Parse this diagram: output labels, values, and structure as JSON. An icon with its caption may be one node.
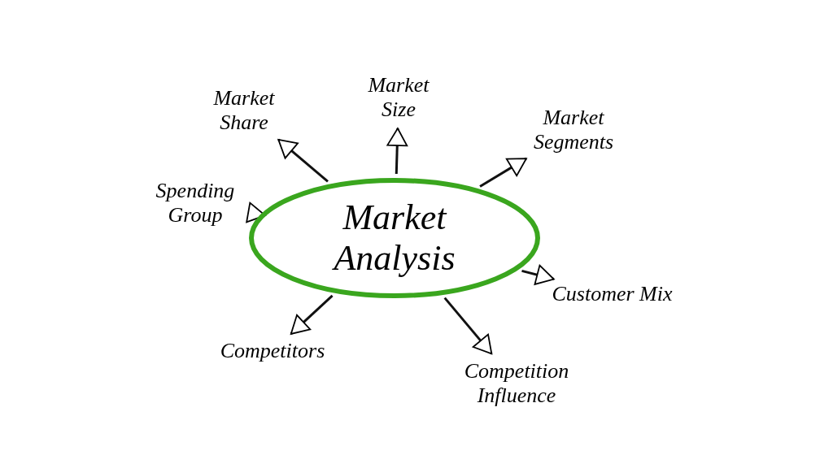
{
  "diagram": {
    "nodes": [
      {
        "text": [
          "Market Analysis"
        ]
      },
      {
        "text": [
          "Market Share"
        ]
      },
      {
        "text": [
          "Market Size"
        ]
      },
      {
        "text": [
          "Market Segments"
        ]
      },
      {
        "text": [
          "Spending Group"
        ]
      },
      {
        "text": [
          "Customer Mix"
        ]
      },
      {
        "text": [
          "Competitors"
        ]
      },
      {
        "text": [
          "Competition Influence"
        ]
      }
    ],
    "edges": [
      {
        "from": 0,
        "to": 1,
        "arrow": "to"
      },
      {
        "from": 0,
        "to": 2,
        "arrow": "to"
      },
      {
        "from": 0,
        "to": 3,
        "arrow": "to"
      },
      {
        "from": 0,
        "to": 4,
        "arrow": "to"
      },
      {
        "from": 0,
        "to": 5,
        "arrow": "to"
      },
      {
        "from": 0,
        "to": 6,
        "arrow": "to"
      },
      {
        "from": 0,
        "to": 7,
        "arrow": "to"
      }
    ]
  }
}
